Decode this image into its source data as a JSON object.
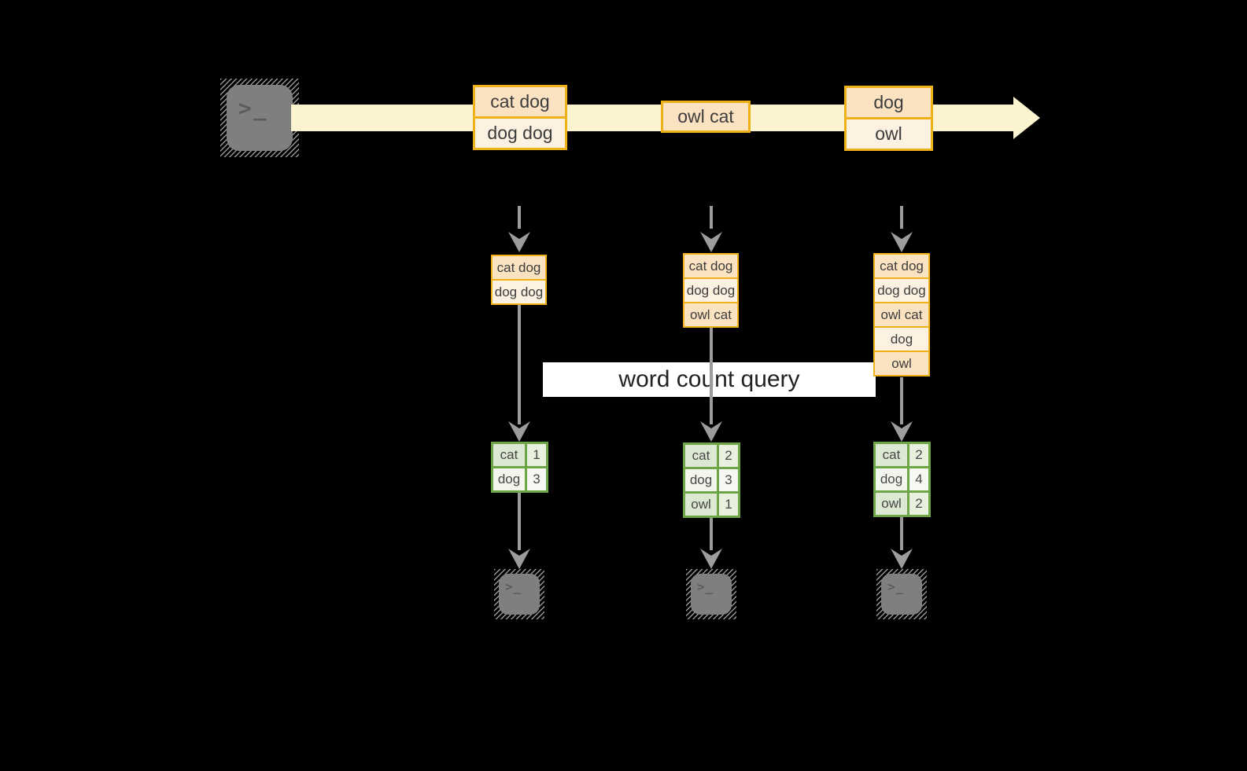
{
  "title": {
    "label": "word count query"
  },
  "icons": {
    "terminal_prompt": ">_"
  },
  "colors": {
    "background": "#000000",
    "stream_fill": "#fcf3d1",
    "event_border": "#f0b019",
    "event_fill_dark": "#fbe3c2",
    "event_fill_light": "#fdf2e2",
    "table_border": "#6ea647",
    "table_fill_dark": "#dce8d1",
    "table_fill_light": "#f2f6ed",
    "arrow_gray": "#9c9c9c",
    "terminal_gray": "#7f7f7f",
    "label_bg": "#ffffff"
  },
  "stream": {
    "events": [
      {
        "rows": [
          "cat dog",
          "dog dog"
        ]
      },
      {
        "rows": [
          "owl cat"
        ]
      },
      {
        "rows": [
          "dog",
          "owl"
        ]
      }
    ]
  },
  "pipelines": [
    {
      "buffer": [
        "cat dog",
        "dog dog"
      ],
      "counts": [
        {
          "word": "cat",
          "value": "1"
        },
        {
          "word": "dog",
          "value": "3"
        }
      ]
    },
    {
      "buffer": [
        "cat dog",
        "dog dog",
        "owl cat"
      ],
      "counts": [
        {
          "word": "cat",
          "value": "2"
        },
        {
          "word": "dog",
          "value": "3"
        },
        {
          "word": "owl",
          "value": "1"
        }
      ]
    },
    {
      "buffer": [
        "cat dog",
        "dog dog",
        "owl cat",
        "dog",
        "owl"
      ],
      "counts": [
        {
          "word": "cat",
          "value": "2"
        },
        {
          "word": "dog",
          "value": "4"
        },
        {
          "word": "owl",
          "value": "2"
        }
      ]
    }
  ]
}
